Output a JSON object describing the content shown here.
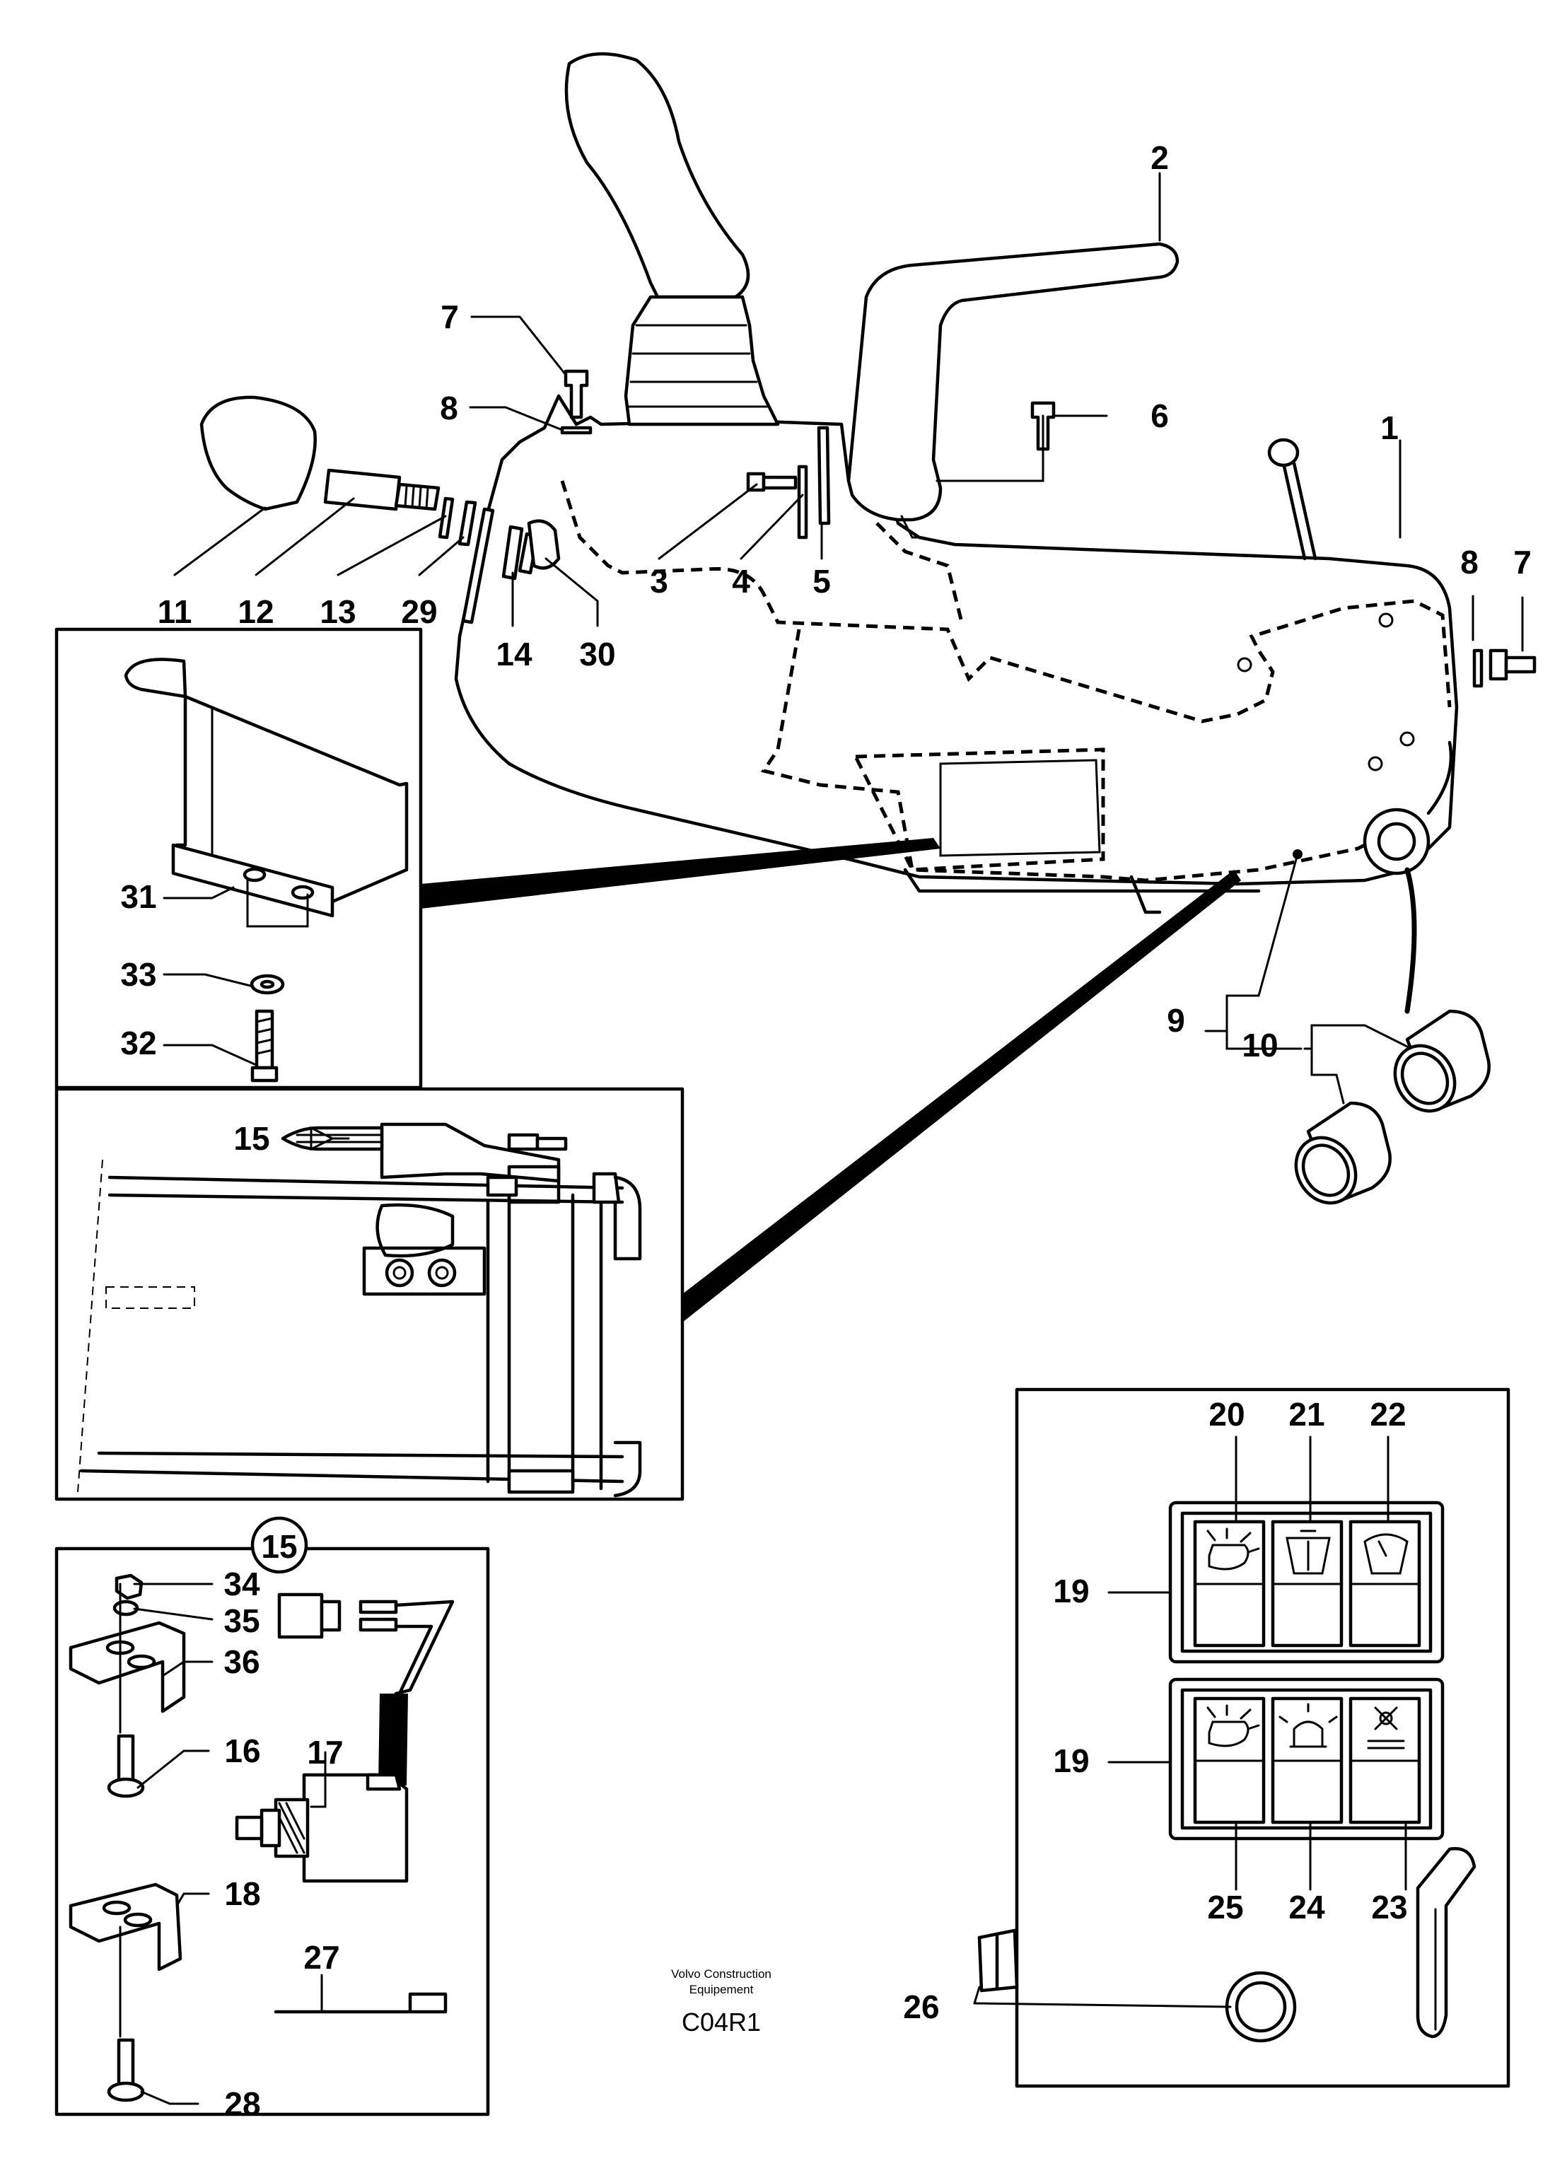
{
  "diagram": {
    "labels": {
      "l1": "1",
      "l2": "2",
      "l3": "3",
      "l4": "4",
      "l5": "5",
      "l6": "6",
      "l7a": "7",
      "l7b": "7",
      "l8a": "8",
      "l8b": "8",
      "l9": "9",
      "l10": "10",
      "l11": "11",
      "l12": "12",
      "l13": "13",
      "l14": "14",
      "l15a": "15",
      "l15b": "15",
      "l16": "16",
      "l17": "17",
      "l18": "18",
      "l19a": "19",
      "l19b": "19",
      "l20": "20",
      "l21": "21",
      "l22": "22",
      "l23": "23",
      "l24": "24",
      "l25": "25",
      "l26": "26",
      "l27": "27",
      "l28": "28",
      "l29": "29",
      "l30": "30",
      "l31": "31",
      "l32": "32",
      "l33": "33",
      "l34": "34",
      "l35": "35",
      "l36": "36"
    },
    "caption": {
      "line1": "Volvo Construction",
      "line2": "Equipement",
      "code": "C04R1"
    }
  }
}
